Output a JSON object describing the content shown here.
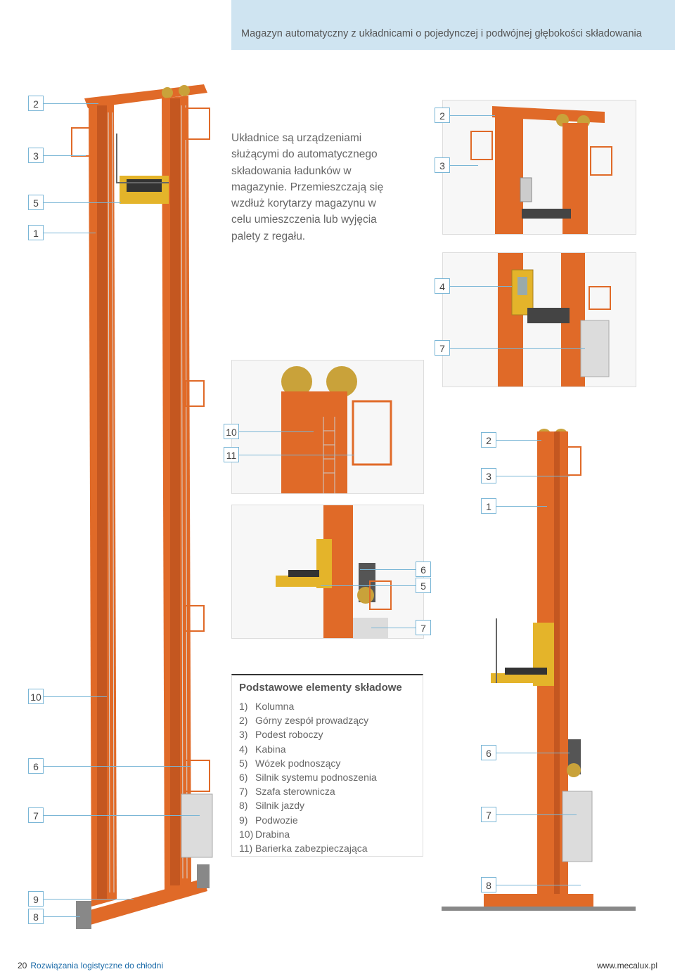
{
  "header": {
    "title": "Magazyn automatyczny z układnicami o pojedynczej i podwójnej głębokości składowania"
  },
  "intro": {
    "text": "Układnice są urządzeniami służącymi do automatycznego składowania ładunków w magazynie. Przemieszczają się wzdłuż korytarzy magazynu w celu umieszczenia lub wyjęcia palety z regału."
  },
  "callouts": {
    "main": [
      "2",
      "3",
      "5",
      "1",
      "10",
      "6",
      "7",
      "9",
      "8"
    ],
    "detail_top": [
      "2",
      "3"
    ],
    "detail_cabin": [
      "4",
      "7"
    ],
    "detail_ladder": [
      "10",
      "11"
    ],
    "detail_carriage": [
      "6",
      "5",
      "7"
    ],
    "single": [
      "2",
      "3",
      "1",
      "6",
      "7",
      "8"
    ]
  },
  "legend": {
    "title": "Podstawowe elementy składowe",
    "items": [
      {
        "num": "1)",
        "label": "Kolumna"
      },
      {
        "num": "2)",
        "label": "Górny zespół prowadzący"
      },
      {
        "num": "3)",
        "label": "Podest roboczy"
      },
      {
        "num": "4)",
        "label": "Kabina"
      },
      {
        "num": "5)",
        "label": "Wózek podnoszący"
      },
      {
        "num": "6)",
        "label": "Silnik systemu podnoszenia"
      },
      {
        "num": "7)",
        "label": "Szafa sterownicza"
      },
      {
        "num": "8)",
        "label": "Silnik jazdy"
      },
      {
        "num": "9)",
        "label": "Podwozie"
      },
      {
        "num": "10)",
        "label": "Drabina"
      },
      {
        "num": "11)",
        "label": "Barierka zabezpieczająca"
      }
    ]
  },
  "footer": {
    "page": "20",
    "section": "Rozwiązania logistyczne do chłodni",
    "url": "www.mecalux.pl"
  },
  "colors": {
    "accent": "#7ab6d6",
    "header_bg": "#cfe4f1",
    "machine": "#e06a28",
    "machine_dark": "#b8501a"
  }
}
